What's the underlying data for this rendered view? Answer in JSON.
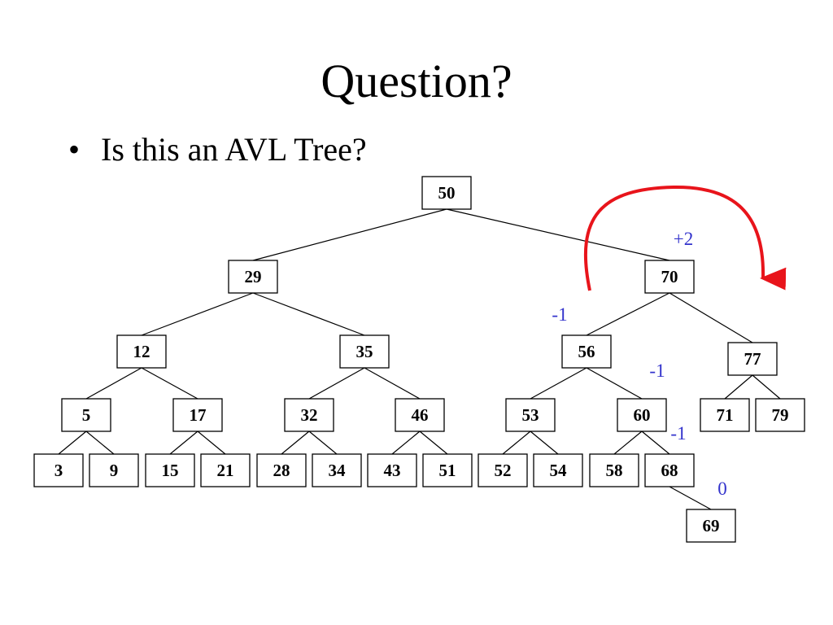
{
  "slide": {
    "title": "Question?",
    "bullet_symbol": "•",
    "bullet_text": "Is this an AVL Tree?"
  },
  "colors": {
    "balance_text": "#3333cc",
    "rotation_arrow": "#e8141b",
    "node_border": "#000000",
    "edge": "#000000"
  },
  "tree": {
    "nodes": [
      {
        "id": "n50",
        "label": "50"
      },
      {
        "id": "n29",
        "label": "29"
      },
      {
        "id": "n70",
        "label": "70"
      },
      {
        "id": "n12",
        "label": "12"
      },
      {
        "id": "n35",
        "label": "35"
      },
      {
        "id": "n56",
        "label": "56"
      },
      {
        "id": "n77",
        "label": "77"
      },
      {
        "id": "n5",
        "label": "5"
      },
      {
        "id": "n17",
        "label": "17"
      },
      {
        "id": "n32",
        "label": "32"
      },
      {
        "id": "n46",
        "label": "46"
      },
      {
        "id": "n53",
        "label": "53"
      },
      {
        "id": "n60",
        "label": "60"
      },
      {
        "id": "n71",
        "label": "71"
      },
      {
        "id": "n79",
        "label": "79"
      },
      {
        "id": "n3",
        "label": "3"
      },
      {
        "id": "n9",
        "label": "9"
      },
      {
        "id": "n15",
        "label": "15"
      },
      {
        "id": "n21",
        "label": "21"
      },
      {
        "id": "n28",
        "label": "28"
      },
      {
        "id": "n34",
        "label": "34"
      },
      {
        "id": "n43",
        "label": "43"
      },
      {
        "id": "n51",
        "label": "51"
      },
      {
        "id": "n52",
        "label": "52"
      },
      {
        "id": "n54",
        "label": "54"
      },
      {
        "id": "n58",
        "label": "58"
      },
      {
        "id": "n68",
        "label": "68"
      },
      {
        "id": "n69",
        "label": "69"
      }
    ],
    "edges": [
      [
        "n50",
        "n29"
      ],
      [
        "n50",
        "n70"
      ],
      [
        "n29",
        "n12"
      ],
      [
        "n29",
        "n35"
      ],
      [
        "n70",
        "n56"
      ],
      [
        "n70",
        "n77"
      ],
      [
        "n12",
        "n5"
      ],
      [
        "n12",
        "n17"
      ],
      [
        "n35",
        "n32"
      ],
      [
        "n35",
        "n46"
      ],
      [
        "n56",
        "n53"
      ],
      [
        "n56",
        "n60"
      ],
      [
        "n77",
        "n71"
      ],
      [
        "n77",
        "n79"
      ],
      [
        "n5",
        "n3"
      ],
      [
        "n5",
        "n9"
      ],
      [
        "n17",
        "n15"
      ],
      [
        "n17",
        "n21"
      ],
      [
        "n32",
        "n28"
      ],
      [
        "n32",
        "n34"
      ],
      [
        "n46",
        "n43"
      ],
      [
        "n46",
        "n51"
      ],
      [
        "n53",
        "n52"
      ],
      [
        "n53",
        "n54"
      ],
      [
        "n60",
        "n58"
      ],
      [
        "n60",
        "n68"
      ],
      [
        "n68",
        "n69"
      ]
    ],
    "balance_factors": [
      {
        "id": "bf70",
        "node": "n70",
        "text": "+2"
      },
      {
        "id": "bf56",
        "node": "n56",
        "text": "-1"
      },
      {
        "id": "bf60",
        "node": "n60",
        "text": "-1"
      },
      {
        "id": "bf68",
        "node": "n68",
        "text": "-1"
      },
      {
        "id": "bf69",
        "node": "n69",
        "text": "0"
      }
    ]
  }
}
